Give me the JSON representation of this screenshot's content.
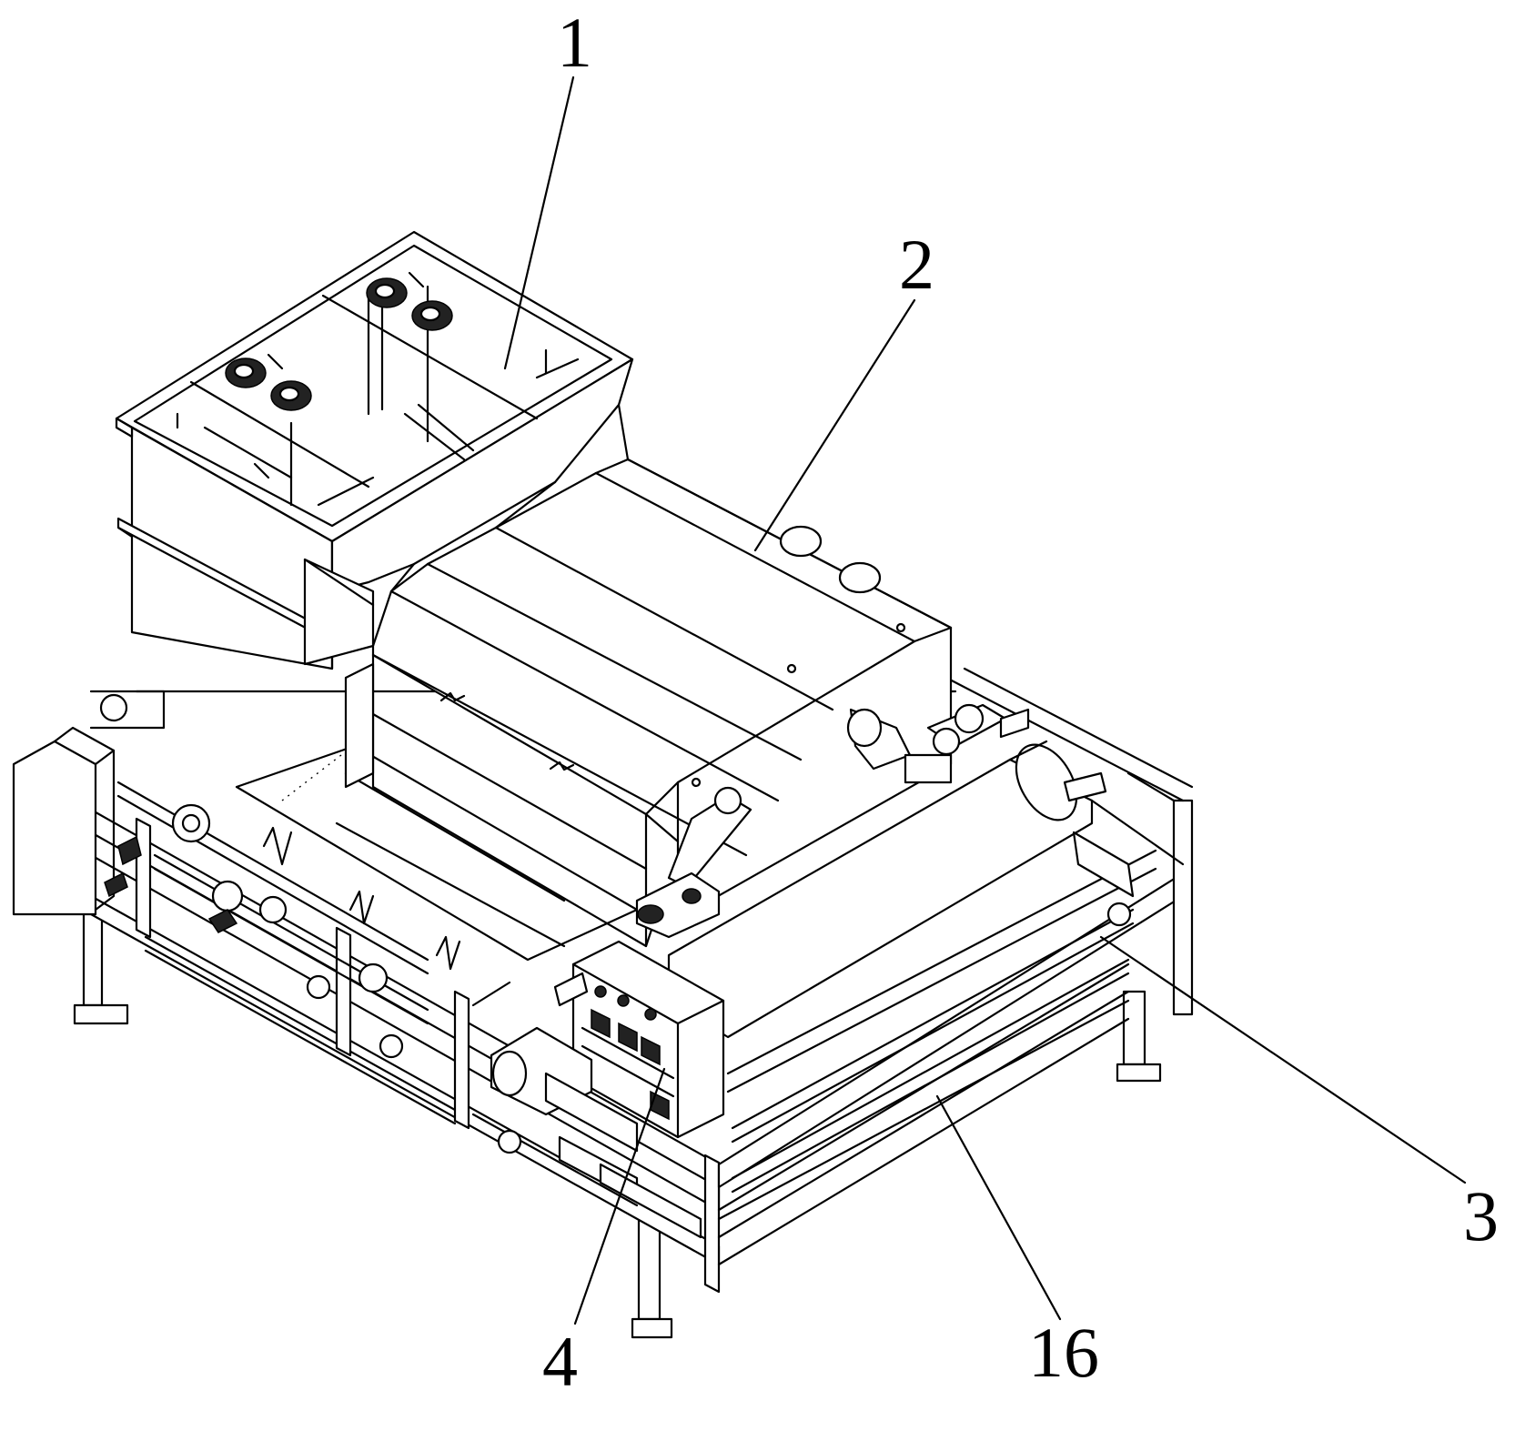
{
  "figure": {
    "labels": [
      {
        "id": "label-1",
        "text": "1"
      },
      {
        "id": "label-2",
        "text": "2"
      },
      {
        "id": "label-3",
        "text": "3"
      },
      {
        "id": "label-4",
        "text": "4"
      },
      {
        "id": "label-16",
        "text": "16"
      }
    ]
  }
}
